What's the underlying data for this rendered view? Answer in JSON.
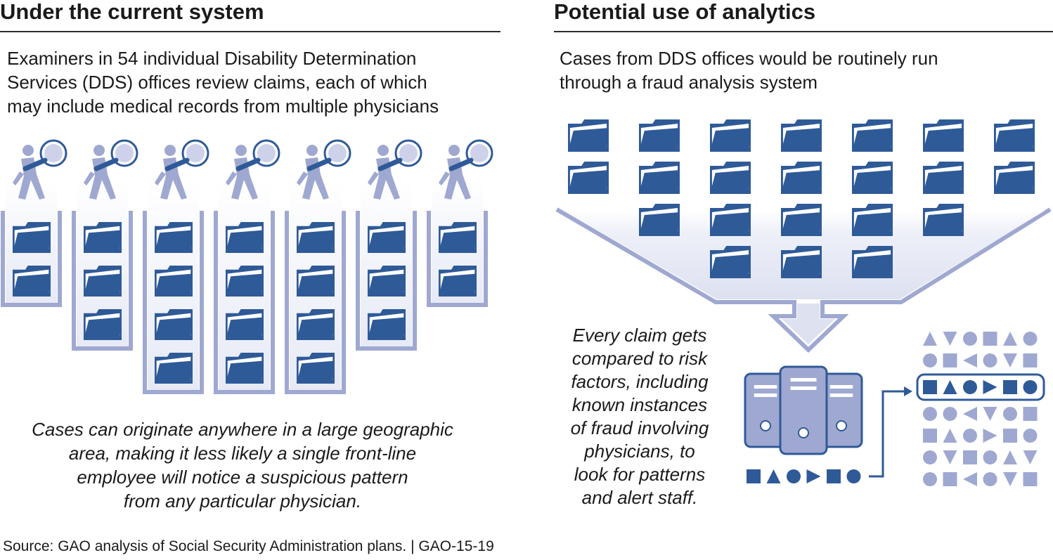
{
  "left": {
    "heading": "Under the current system",
    "description": [
      "Examiners in 54 individual Disability Determination",
      "Services (DDS) offices review claims, each of which",
      "may include medical records from multiple physicians"
    ],
    "note": [
      "Cases can originate anywhere in a large geographic",
      "area, making it less likely a single front-line",
      "employee will notice a suspicious pattern",
      "from any particular physician."
    ],
    "examiner_stacks": [
      {
        "folders": 2
      },
      {
        "folders": 3
      },
      {
        "folders": 4
      },
      {
        "folders": 4
      },
      {
        "folders": 4
      },
      {
        "folders": 3
      },
      {
        "folders": 2
      }
    ]
  },
  "right": {
    "heading": "Potential use of analytics",
    "description": [
      "Cases from DDS offices would be routinely run",
      "through a fraud analysis system"
    ],
    "note": [
      "Every claim gets",
      "compared to risk",
      "factors, including",
      "known instances",
      "of fraud involving",
      "physicians, to",
      "look for patterns",
      "and alert staff."
    ],
    "funnel_folder_rows": [
      7,
      7,
      5,
      3
    ],
    "claim_pattern": [
      "square",
      "triangle-up",
      "circle",
      "triangle-right",
      "square",
      "circle"
    ],
    "risk_factor_rows": [
      [
        "triangle-up",
        "triangle-down",
        "circle",
        "square",
        "triangle-up",
        "circle"
      ],
      [
        "circle",
        "square",
        "triangle-left",
        "circle",
        "triangle-down",
        "square"
      ],
      [
        "square",
        "triangle-up",
        "circle",
        "triangle-right",
        "square",
        "circle"
      ],
      [
        "circle",
        "circle",
        "triangle-left",
        "triangle-down",
        "circle",
        "square"
      ],
      [
        "square",
        "triangle-up",
        "circle",
        "triangle-right",
        "square",
        "circle"
      ],
      [
        "circle",
        "triangle-down",
        "square",
        "circle",
        "triangle-up",
        "triangle-down"
      ],
      [
        "circle",
        "square",
        "triangle-left",
        "circle",
        "triangle-down",
        "square"
      ]
    ],
    "matched_row_index": 2
  },
  "source": "Source: GAO analysis of Social Security Administration plans.  |  GAO-15-19",
  "colors": {
    "folder_blue": "#2f5a98",
    "light_blue": "#9fa8d0",
    "pale_blue": "#e6e9f5",
    "text": "#1a1a1a"
  }
}
